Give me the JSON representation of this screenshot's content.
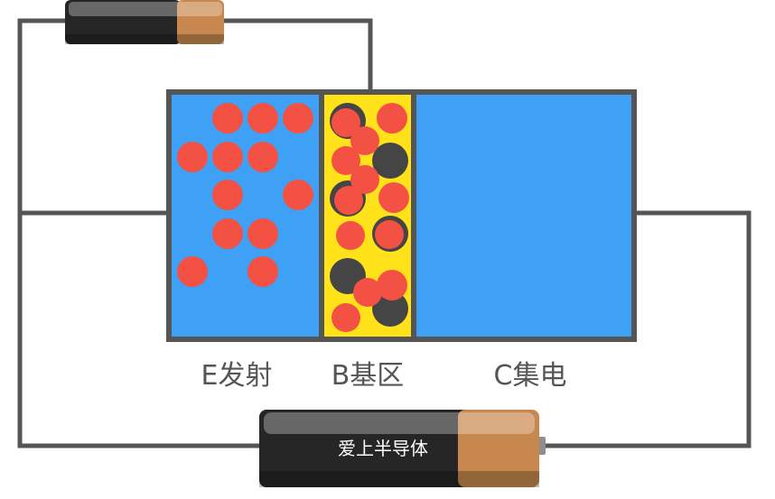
{
  "diagram": {
    "regions": {
      "emitter": {
        "label": "E发射",
        "color": "#3ea1f5"
      },
      "base": {
        "label": "B基区",
        "color": "#ffe21a"
      },
      "collector": {
        "label": "C集电",
        "color": "#3ea1f5"
      }
    },
    "battery_top": {
      "label": "",
      "body_color": "#262626",
      "cap_color": "#c7874e"
    },
    "battery_bottom": {
      "label": "爱上半导体",
      "body_color": "#262626",
      "cap_color": "#c7874e"
    },
    "colors": {
      "wire": "#555555",
      "frame": "#555555",
      "electron": "#f45145",
      "hole": "#454545",
      "label_text": "#555555"
    }
  }
}
